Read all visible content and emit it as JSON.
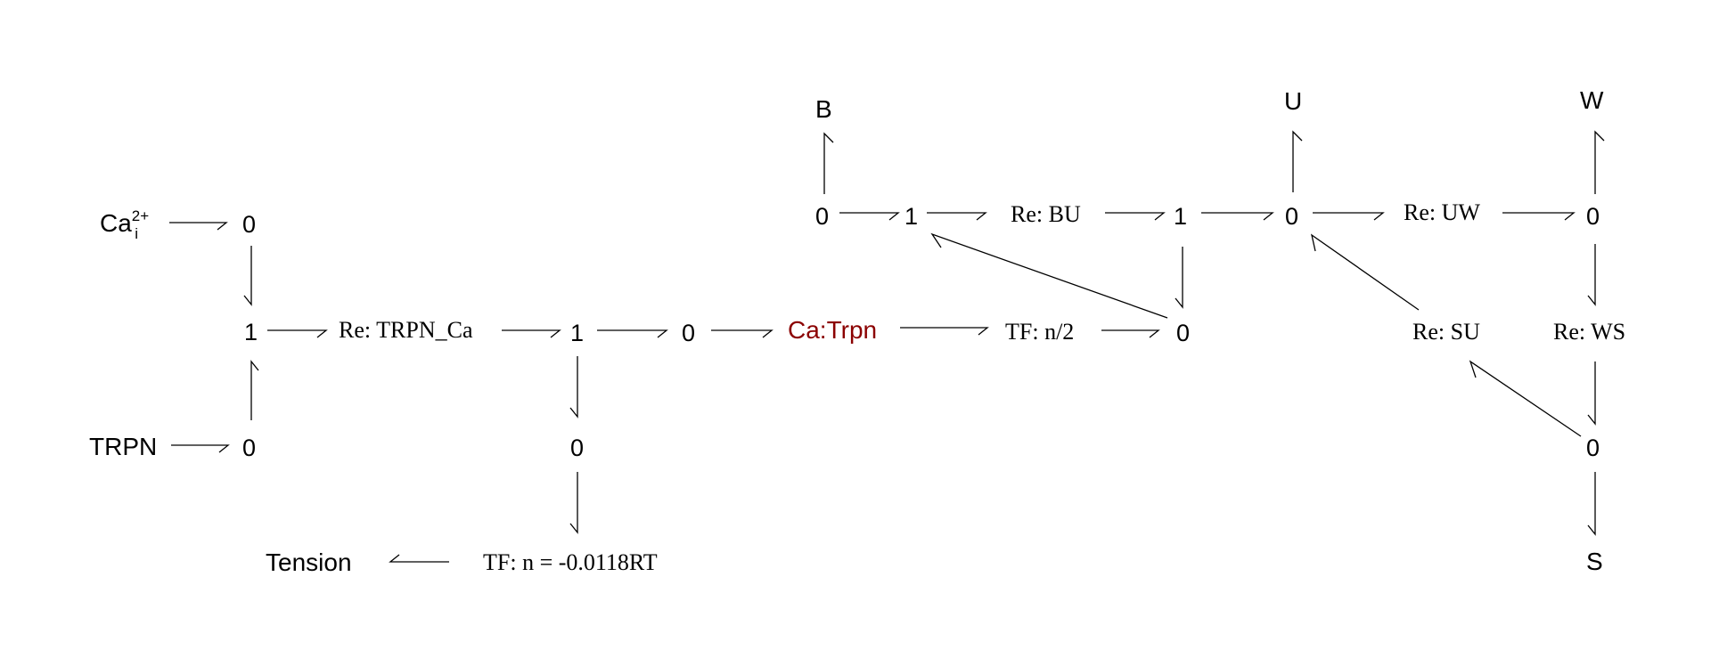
{
  "colors": {
    "text": "#000000",
    "highlight": "#8B0000",
    "background": "#ffffff"
  },
  "diagram": {
    "species": {
      "ca_base": "Ca",
      "ca_sup": "2+",
      "ca_sub": "i",
      "trpn": "TRPN",
      "ca_trpn": "Ca:Trpn",
      "tension": "Tension",
      "b": "B",
      "u": "U",
      "w": "W",
      "s": "S"
    },
    "reactions": {
      "re_trpn_ca": "Re: TRPN_Ca",
      "re_bu": "Re: BU",
      "re_uw": "Re: UW",
      "re_su": "Re: SU",
      "re_ws": "Re: WS"
    },
    "transformers": {
      "tf_n2": "TF: n/2",
      "tf_tension": "TF: n = -0.0118RT"
    },
    "junctions": {
      "zero": "0",
      "one": "1"
    }
  }
}
